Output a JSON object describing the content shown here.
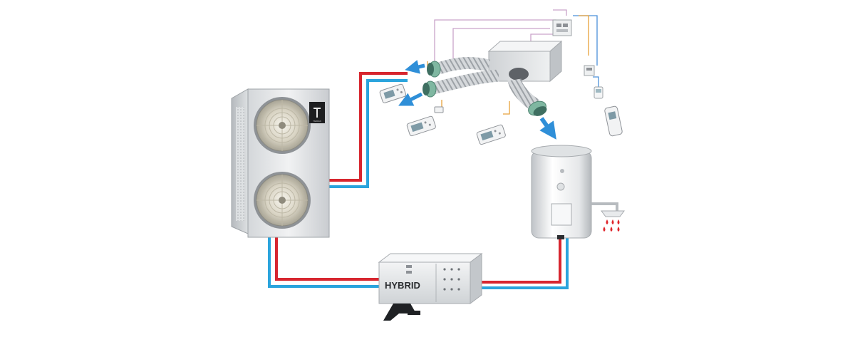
{
  "diagram": {
    "outdoor_unit": {
      "logo_text": "TADIRAN",
      "fan_count": 2
    },
    "hybrid_unit": {
      "label": "HYBRID"
    },
    "remotes": {
      "count": 5
    },
    "air_outlets": {
      "count": 3
    },
    "shower": {
      "drop_count": 6
    }
  },
  "colors": {
    "hot_pipe": "#d7262f",
    "cold_pipe": "#2aa4dd",
    "airflow": "#2f8fd8",
    "water_drops": "#e0262c",
    "duct_collar": "#7fb7a1",
    "wire_pink": "#c9a3c9",
    "wire_blue": "#4a90d9",
    "wire_orange": "#e8a13a"
  },
  "icons": [
    "fan-icon",
    "remote-control-icon",
    "airflow-arrow-icon",
    "shower-icon",
    "water-drop-icon"
  ]
}
